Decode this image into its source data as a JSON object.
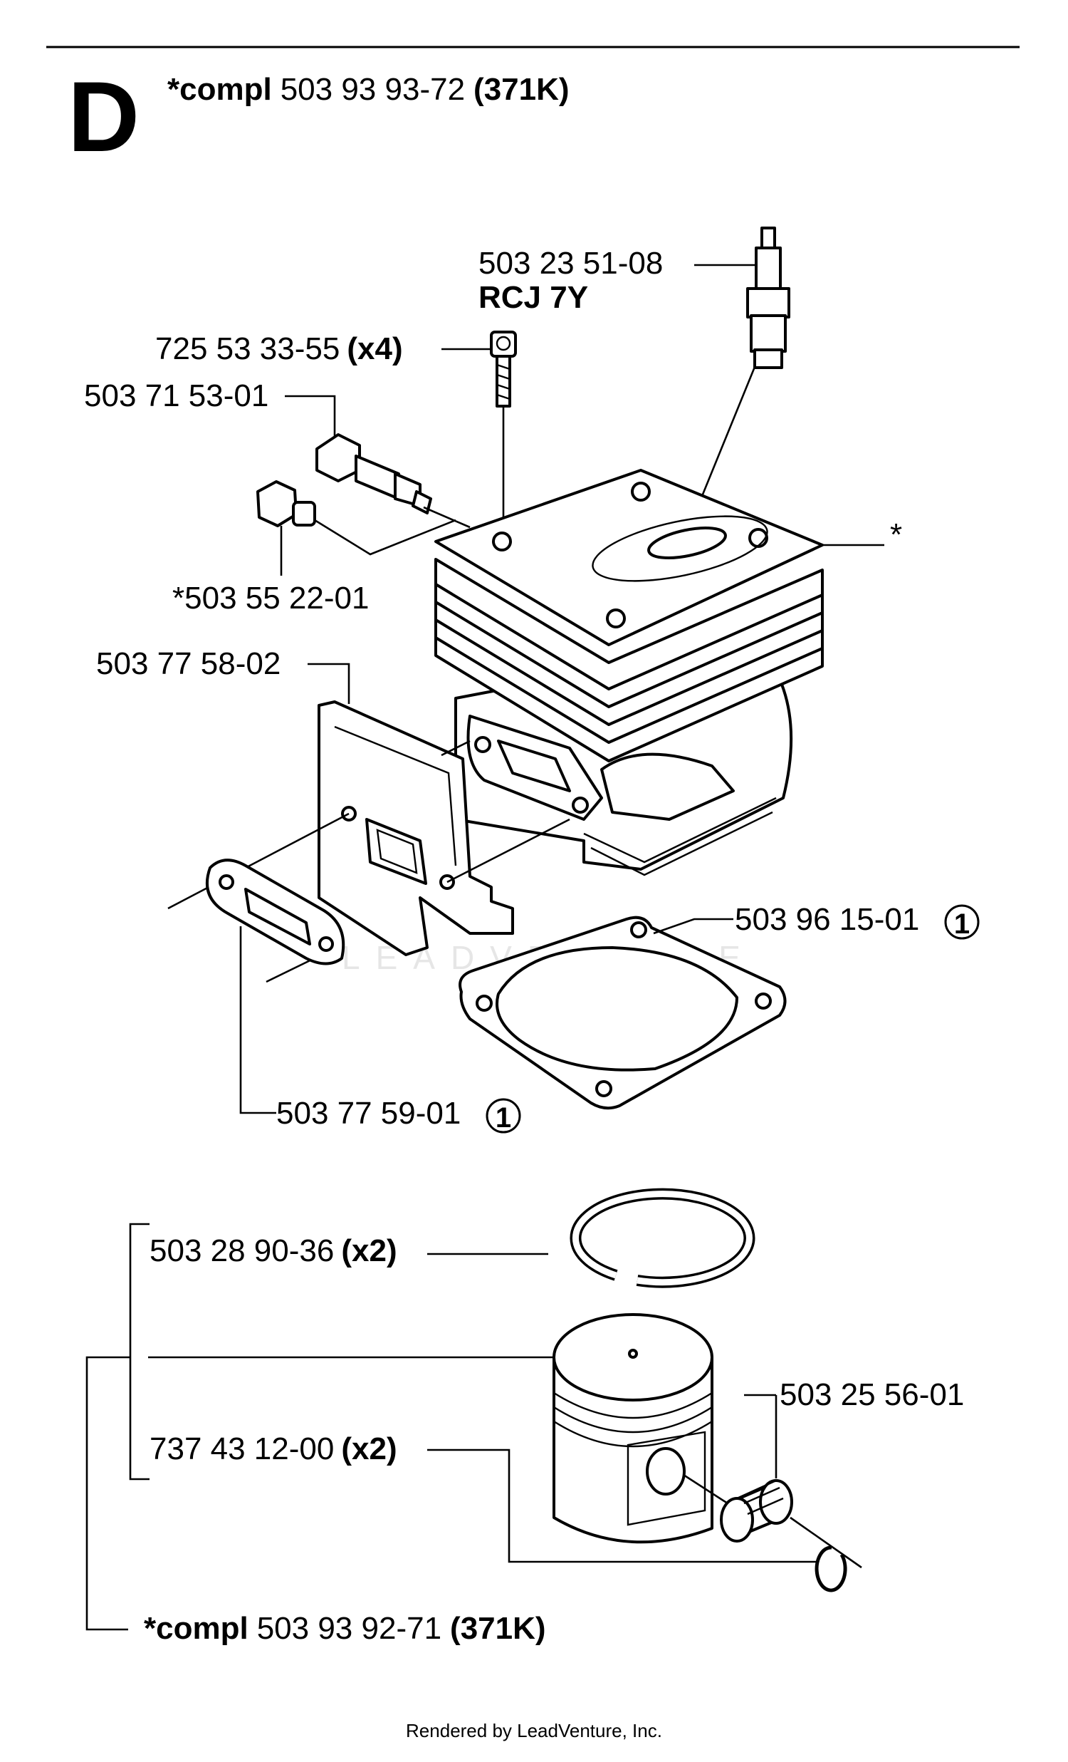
{
  "section": {
    "letter": "D",
    "compl_prefix": "*compl",
    "compl_number": "503 93 93-72",
    "compl_model": "(371K)"
  },
  "labels": {
    "spark_plug": {
      "number": "503 23 51-08",
      "type": "RCJ 7Y"
    },
    "screw": {
      "number": "725 53 33-55",
      "qty": "(x4)"
    },
    "decomp_valve": {
      "number": "503 71 53-01"
    },
    "plug": {
      "number": "*503 55 22-01"
    },
    "cylinder_star": {
      "text": "*"
    },
    "heat_shield": {
      "number": "503 77 58-02"
    },
    "base_gasket": {
      "number": "503 96 15-01",
      "ref": "1"
    },
    "exhaust_gasket": {
      "number": "503 77 59-01",
      "ref": "1"
    },
    "piston_ring": {
      "number": "503 28 90-36",
      "qty": "(x2)"
    },
    "bearing": {
      "number": "503 25 56-01"
    },
    "circlip": {
      "number": "737 43 12-00",
      "qty": "(x2)"
    },
    "piston_compl": {
      "prefix": "*compl",
      "number": "503 93 92-71",
      "model": "(371K)"
    }
  },
  "watermark": "LEADVENTURE",
  "footer": "Rendered by LeadVenture, Inc."
}
